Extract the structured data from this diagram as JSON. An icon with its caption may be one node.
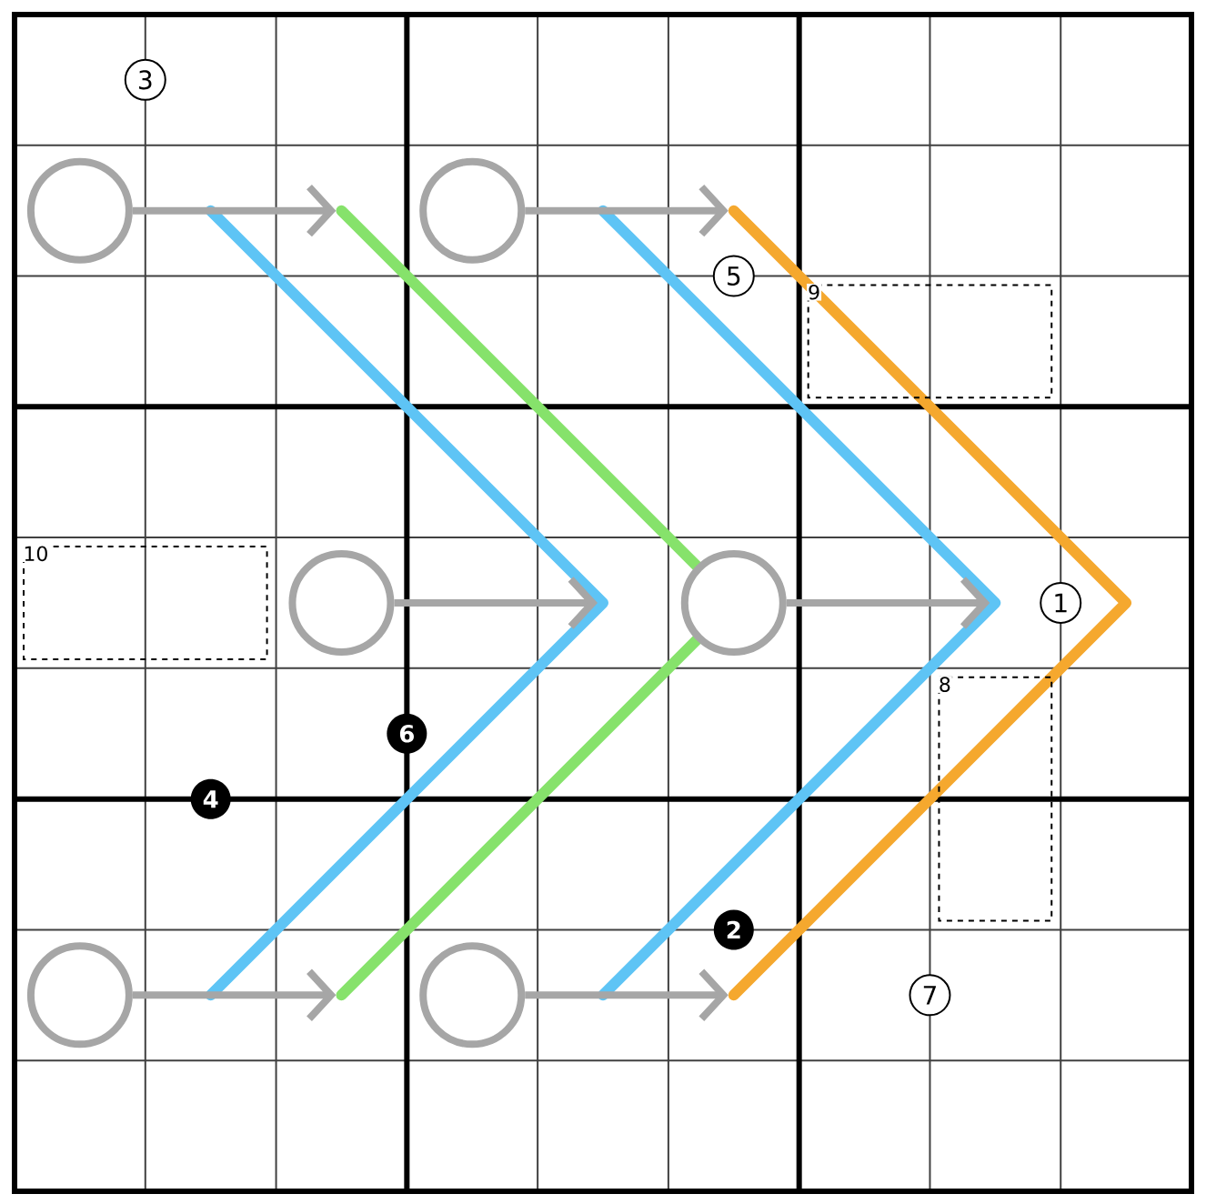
{
  "diagram": {
    "nodes": [
      {
        "text": [
          "3"
        ]
      },
      {
        "text": [],
        "shape": "circle"
      },
      {
        "text": [],
        "shape": "circle"
      },
      {
        "text": [
          "5"
        ]
      },
      {
        "text": [
          "9"
        ]
      },
      {
        "text": [
          "10"
        ]
      },
      {
        "text": [],
        "shape": "circle"
      },
      {
        "text": [],
        "shape": "circle"
      },
      {
        "text": [
          "1"
        ]
      },
      {
        "text": [
          "6"
        ]
      },
      {
        "text": [
          "8"
        ]
      },
      {
        "text": [
          "4"
        ]
      },
      {
        "text": [
          "2"
        ]
      },
      {
        "text": [],
        "shape": "circle"
      },
      {
        "text": [],
        "shape": "circle"
      },
      {
        "text": [
          "7"
        ]
      }
    ],
    "edges": [
      {
        "from": 1,
        "to": null,
        "arrow": "to"
      },
      {
        "from": 2,
        "to": null,
        "arrow": "to"
      },
      {
        "from": 6,
        "to": null,
        "arrow": "to"
      },
      {
        "from": 7,
        "to": null,
        "arrow": "to"
      },
      {
        "from": 13,
        "to": null,
        "arrow": "to"
      },
      {
        "from": 14,
        "to": null,
        "arrow": "to"
      }
    ]
  }
}
